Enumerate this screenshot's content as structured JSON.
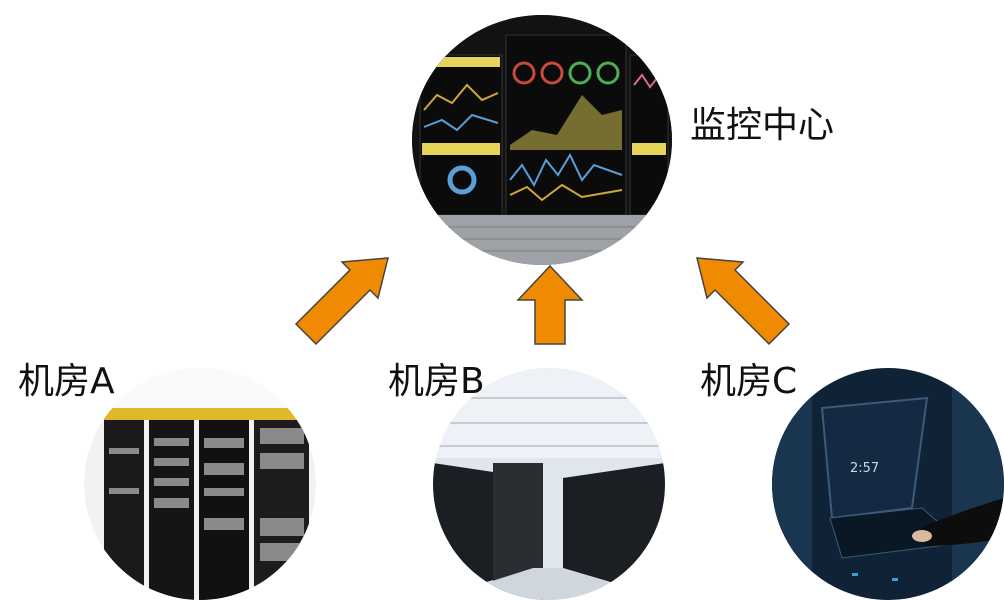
{
  "center": {
    "label": "监控中心",
    "image": "monitoring-wall-photo"
  },
  "rooms": [
    {
      "label": "机房A",
      "image": "server-racks-photo"
    },
    {
      "label": "机房B",
      "image": "server-hall-photo"
    },
    {
      "label": "机房C",
      "image": "technician-laptop-rack-photo"
    }
  ],
  "laptop_screen_time": "2:57",
  "colors": {
    "arrow": "#f08a00",
    "arrow_outline": "#444444"
  }
}
